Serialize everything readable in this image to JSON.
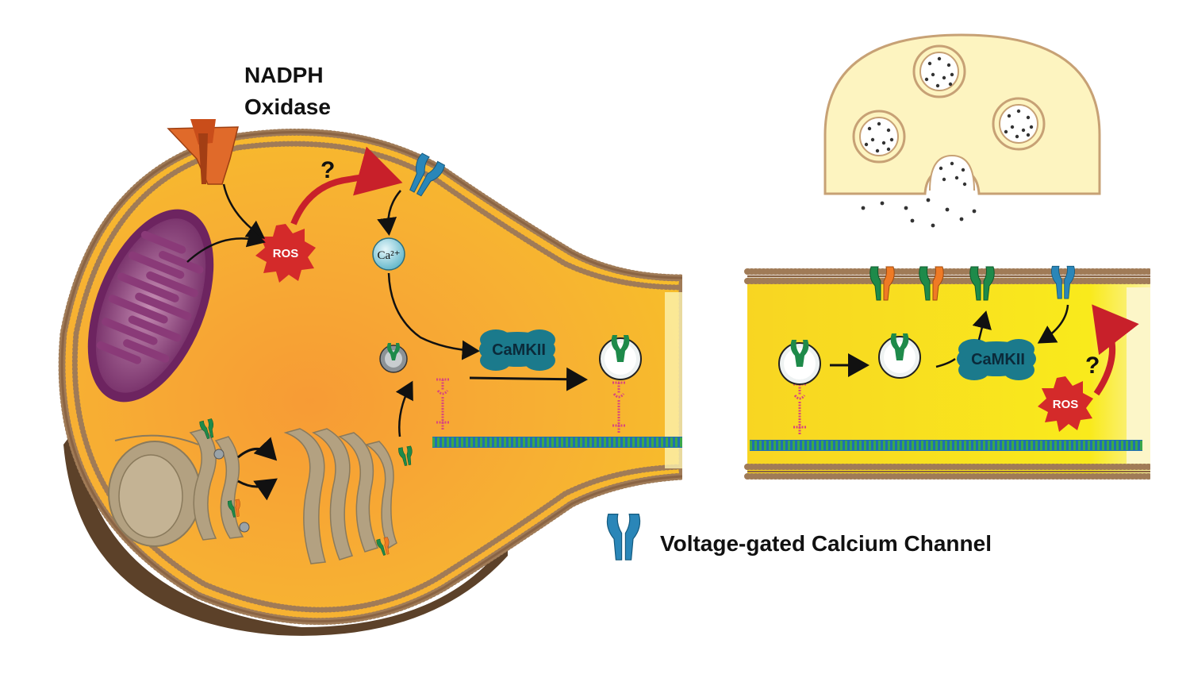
{
  "labels": {
    "nadph_line1": "NADPH",
    "nadph_line2": "Oxidase",
    "ros_left": "ROS",
    "ros_right": "ROS",
    "calcium_ion": "Ca²⁺",
    "camkii_left": "CaMKII",
    "camkii_right": "CaMKII",
    "question_left": "?",
    "question_right": "?",
    "legend": "Voltage-gated Calcium Channel"
  },
  "icons": [
    "nadph-oxidase-icon",
    "mitochondrion-icon",
    "golgi-icon",
    "ros-burst-icon",
    "calcium-channel-icon",
    "vesicle-icon",
    "microtubule-icon",
    "spectrin-linker-icon",
    "presynaptic-terminal-icon",
    "synaptic-vesicle-icon"
  ],
  "colors": {
    "cytoplasm_soma": "#f7b033",
    "cytoplasm_axon": "#f9e11a",
    "membrane_bead": "#a07b57",
    "ros_red": "#d42a2a",
    "camkii_teal": "#1b7a8c",
    "channel_blue": "#2a86b8",
    "channel_green": "#1e8a4a",
    "channel_orange": "#ef7a25",
    "arrow_red": "#c8202a",
    "mitochondrion": "#7d2e6b",
    "golgi": "#b3a181",
    "terminal": "#fdf4c0"
  }
}
